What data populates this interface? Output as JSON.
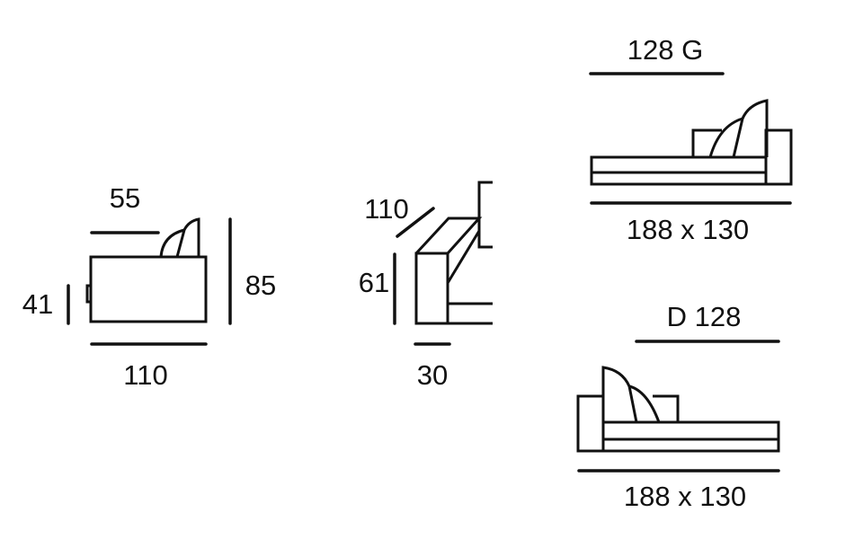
{
  "side_view": {
    "depth_label": "55",
    "height_label": "85",
    "seat_height_label": "41",
    "width_label": "110"
  },
  "arm_view": {
    "depth_label": "110",
    "height_label": "61",
    "width_label": "30"
  },
  "chaise_left": {
    "title": "128 G",
    "size_label": "188 x 130"
  },
  "chaise_right": {
    "title": "D 128",
    "size_label": "188 x 130"
  }
}
